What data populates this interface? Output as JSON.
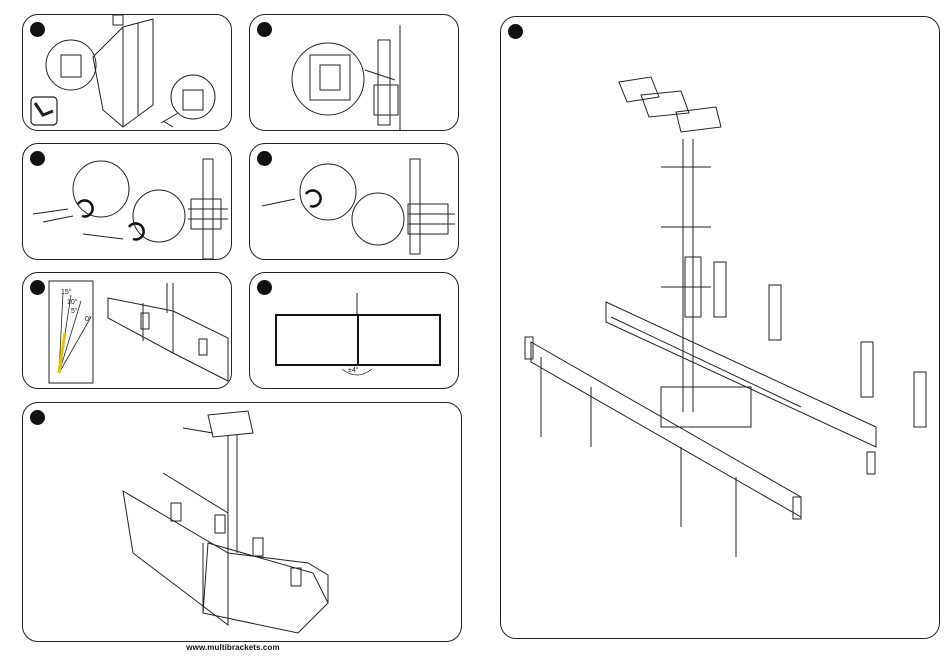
{
  "footer": {
    "url": "www.multibrackets.com"
  },
  "panel5": {
    "angles": [
      "15°",
      "10°",
      "5°",
      "0°"
    ]
  },
  "panel6": {
    "tilt_label": "±4°"
  },
  "colors": {
    "line": "#222222",
    "accent_yellow": "#e8c400",
    "background": "#ffffff"
  },
  "icons": [
    "hex-key-icon",
    "rotate-arrow-icon",
    "screw-icon",
    "magnifier-detail-icon"
  ]
}
